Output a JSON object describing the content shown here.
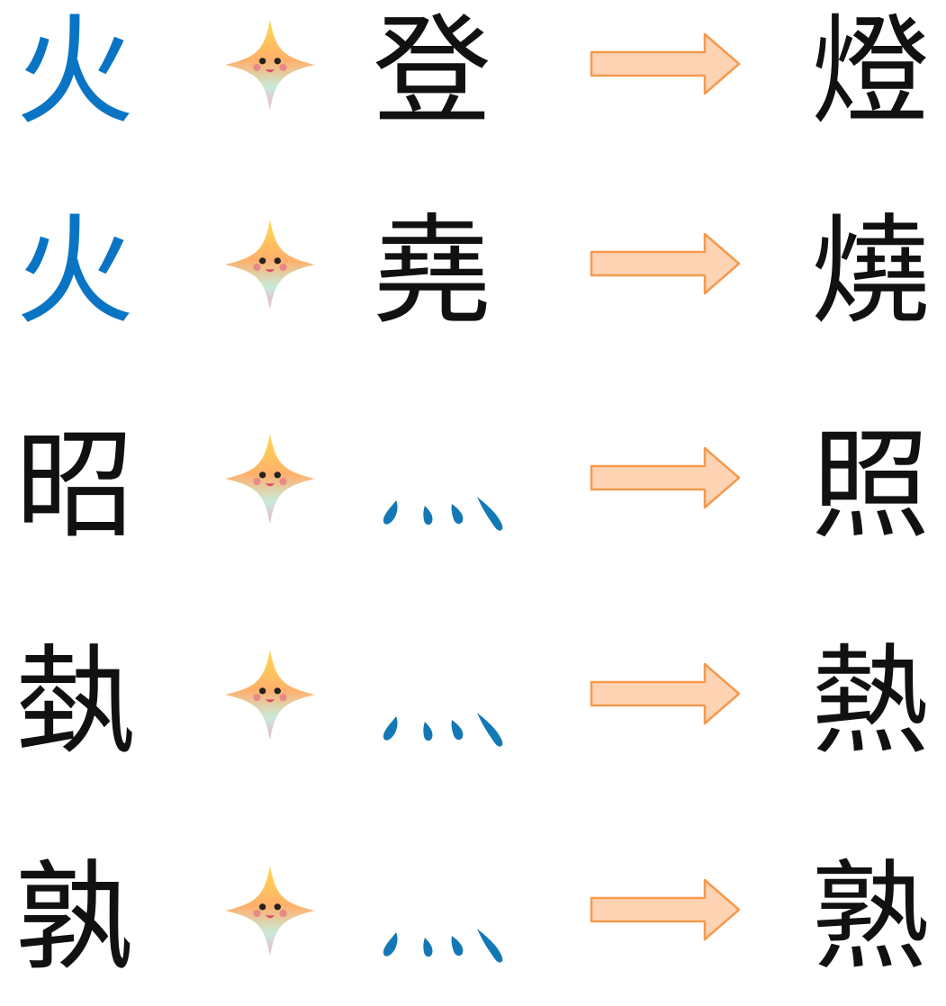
{
  "rows": [
    {
      "left": "火",
      "left_color": "#0a74c4",
      "middle": "登",
      "middle_is_dots": false,
      "result": "燈"
    },
    {
      "left": "火",
      "left_color": "#0a74c4",
      "middle": "堯",
      "middle_is_dots": false,
      "result": "燒"
    },
    {
      "left": "昭",
      "left_color": "#111111",
      "middle": "灬",
      "middle_is_dots": true,
      "result": "照"
    },
    {
      "left": "埶",
      "left_color": "#111111",
      "middle": "灬",
      "middle_is_dots": true,
      "result": "熱"
    },
    {
      "left": "孰",
      "left_color": "#111111",
      "middle": "灬",
      "middle_is_dots": true,
      "result": "熟"
    }
  ],
  "icons": {
    "plus": "sparkle-star-face-icon",
    "arrow": "right-arrow-icon",
    "fire_dots": "fire-dots-radical-icon"
  },
  "colors": {
    "radical_blue": "#0a74c4",
    "dots_blue": "#1478b4",
    "arrow_fill": "#fdd3b3",
    "arrow_stroke": "#f59a4e"
  }
}
